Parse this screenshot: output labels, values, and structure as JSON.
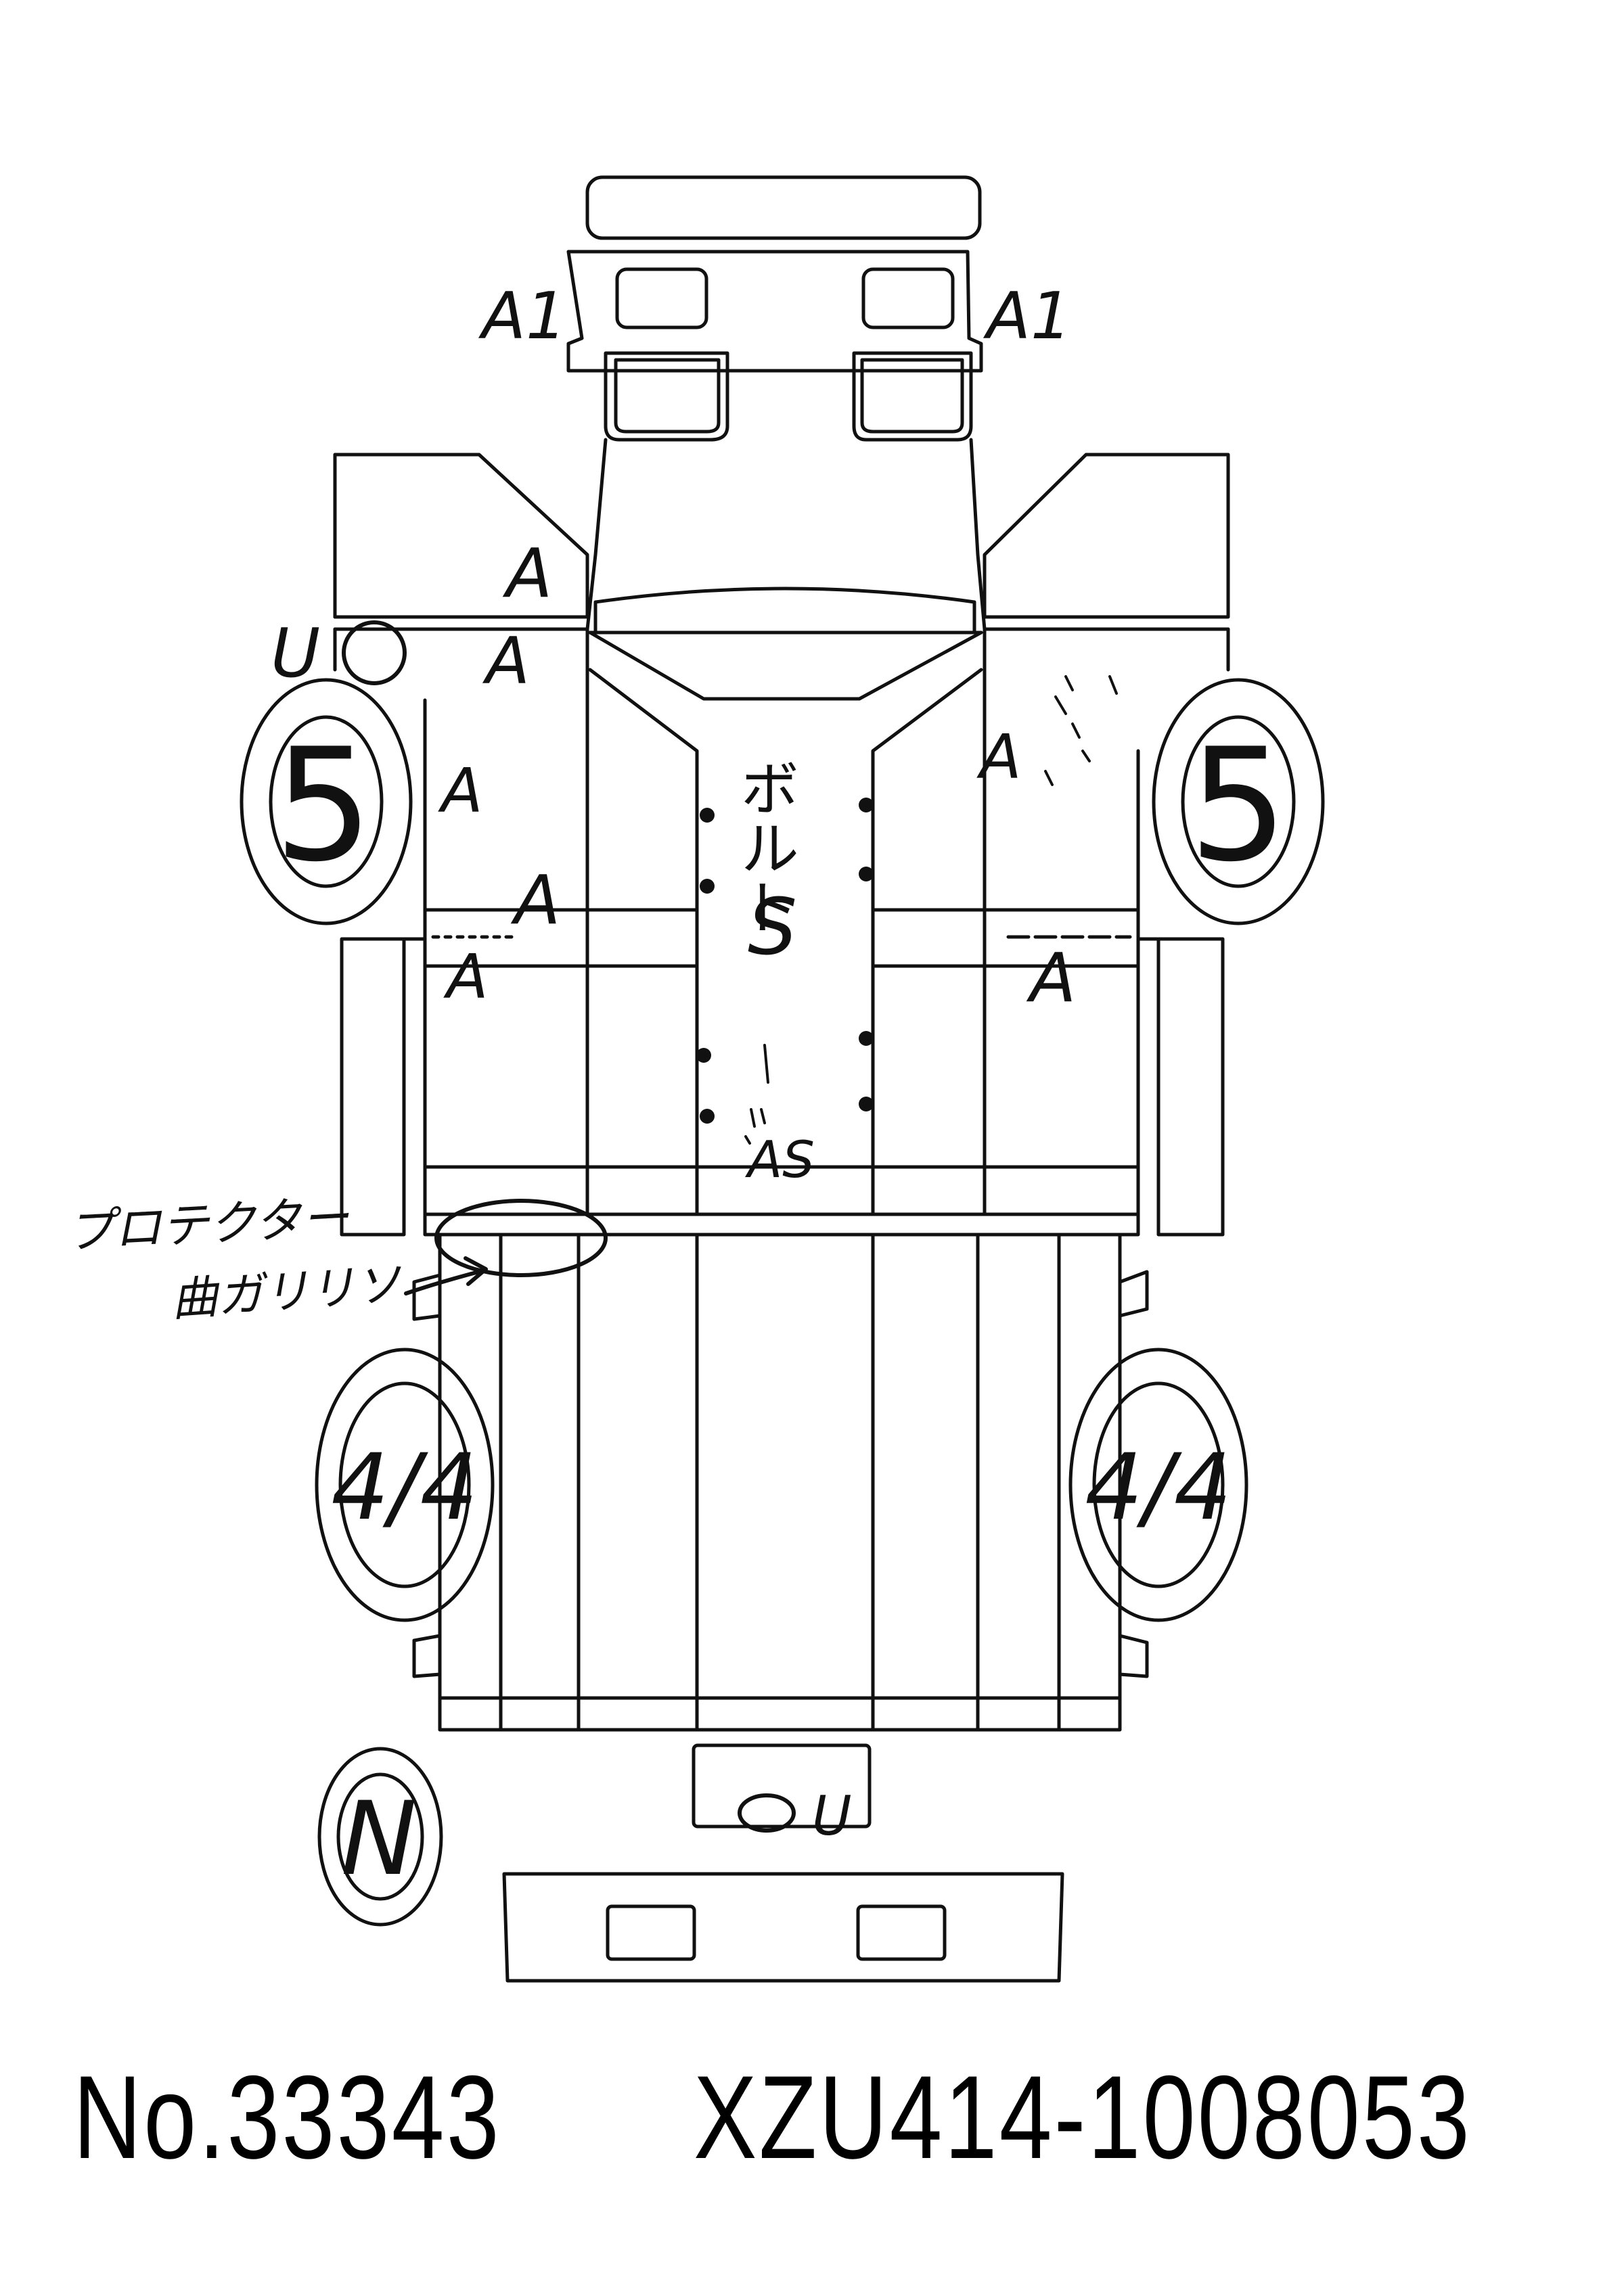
{
  "marks": {
    "front_left_light": "A1",
    "front_right_light": "A1",
    "cab_left_upper": "A",
    "cab_left_mid": "A",
    "cab_left_door": "A",
    "cab_left_lower": "A",
    "cab_left_step": "A",
    "cab_right_door": "A",
    "cab_right_step": "A",
    "u_mark_left": "U",
    "front_left_tire": "5",
    "front_right_tire": "5",
    "rear_left_tire": "4/4",
    "rear_right_tire": "4/4",
    "spare_tire": "N",
    "rear_center": "U",
    "frame_vertical": "ボルト",
    "frame_s": "S",
    "frame_as": "AS"
  },
  "note": {
    "line1": "プロテクター",
    "line2": "曲ガリリソ"
  },
  "footer": {
    "number": "No.33343",
    "chassis": "XZU414-1008053"
  }
}
